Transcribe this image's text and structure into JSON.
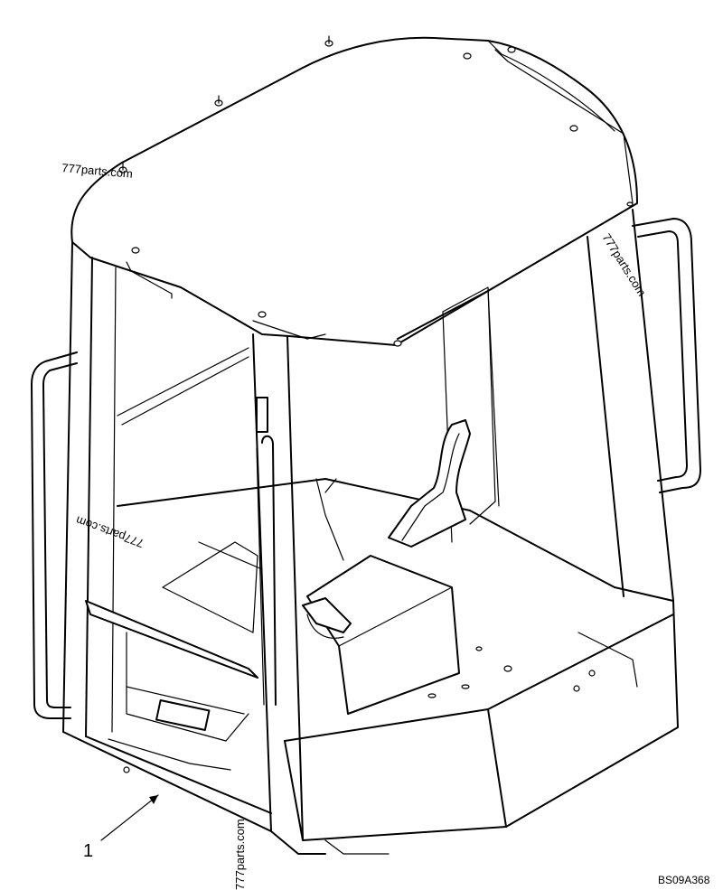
{
  "diagram": {
    "callout_label": "1",
    "drawing_code": "BS09A368",
    "watermarks": [
      "777parts.com",
      "777parts.com",
      "777parts.com",
      "777parts.com"
    ]
  }
}
